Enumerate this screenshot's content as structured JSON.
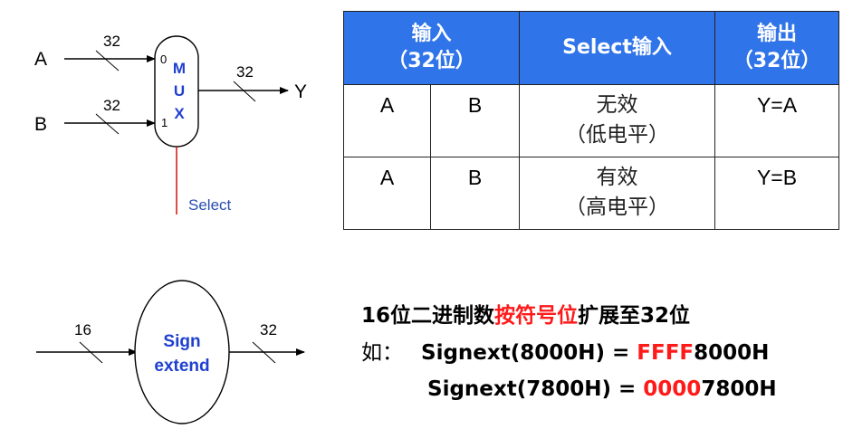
{
  "mux": {
    "input_a_label": "A",
    "input_b_label": "B",
    "output_label": "Y",
    "width_a": "32",
    "width_b": "32",
    "width_out": "32",
    "port0": "0",
    "port1": "1",
    "mux_letters": [
      "M",
      "U",
      "X"
    ],
    "select_label": "Select",
    "colors": {
      "mux_text": "#1f3fd0",
      "select_line": "#d42020",
      "select_text": "#2a4db0"
    }
  },
  "table": {
    "headers": {
      "input_line1": "输入",
      "input_line2": "（32位）",
      "select": "Select输入",
      "output_line1": "输出",
      "output_line2": "（32位）"
    },
    "rows": [
      {
        "a": "A",
        "b": "B",
        "state1": "无效",
        "state2": "（低电平）",
        "out": "Y=A"
      },
      {
        "a": "A",
        "b": "B",
        "state1": "有效",
        "state2": "（高电平）",
        "out": "Y=B"
      }
    ],
    "header_color": "#2f74e8"
  },
  "sign_extend": {
    "width_in": "16",
    "width_out": "32",
    "label_line1": "Sign",
    "label_line2": "extend",
    "text_color": "#1f3fd0"
  },
  "description": {
    "line1_pre": "16位二进制数",
    "line1_red": "按符号位",
    "line1_post": "扩展至32位",
    "ex_prefix": "如：",
    "ex1_pre": "Signext(8000H) = ",
    "ex1_red": "FFFF",
    "ex1_post": "8000H",
    "ex2_pre": "Signext(7800H) = ",
    "ex2_red": "0000",
    "ex2_post": "7800H",
    "red_color": "#ff1a1a"
  }
}
